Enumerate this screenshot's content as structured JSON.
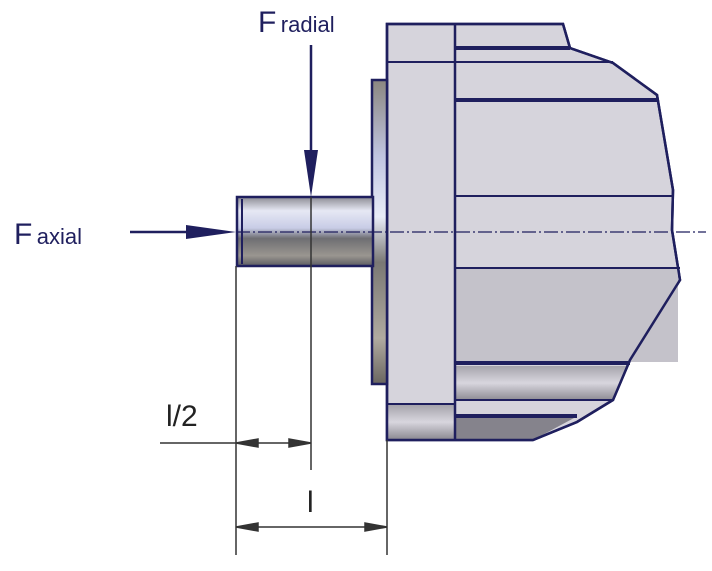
{
  "labels": {
    "f_radial": {
      "symbol": "F",
      "subscript": "radial"
    },
    "f_axial": {
      "symbol": "F",
      "subscript": "axial"
    },
    "half_length": "l/2",
    "length": "l"
  },
  "colors": {
    "outline": "#1f1f5e",
    "body": "#d4d2da",
    "body_dark": "#b9b7c0",
    "dimension": "#333333"
  }
}
